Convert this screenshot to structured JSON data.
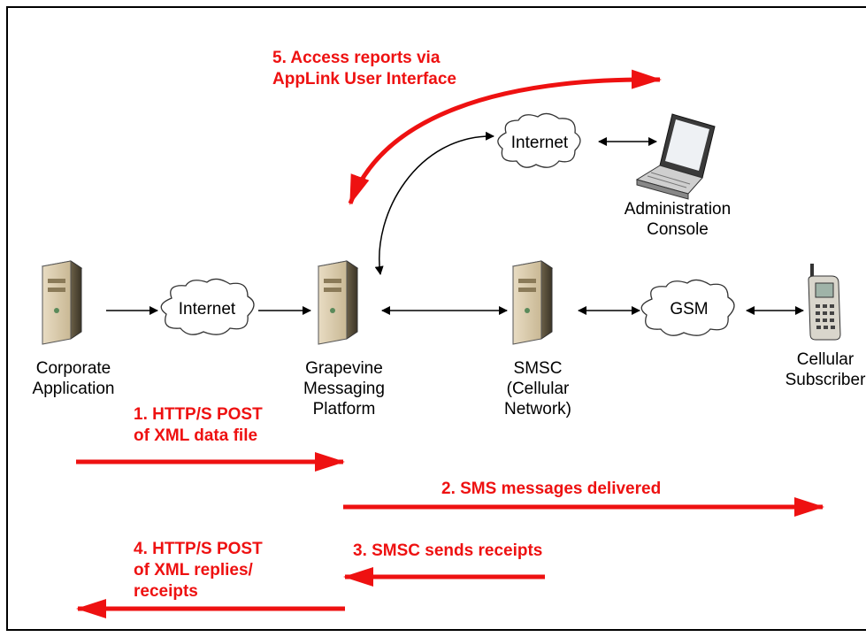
{
  "nodes": {
    "corporate": {
      "line1": "Corporate",
      "line2": "Application"
    },
    "grapevine": {
      "line1": "Grapevine",
      "line2": "Messaging",
      "line3": "Platform"
    },
    "smsc": {
      "line1": "SMSC",
      "line2": "(Cellular",
      "line3": "Network)"
    },
    "cellular": {
      "line1": "Cellular",
      "line2": "Subscriber"
    },
    "admin": {
      "line1": "Administration",
      "line2": "Console"
    }
  },
  "clouds": {
    "internet_left": "Internet",
    "internet_top": "Internet",
    "gsm": "GSM"
  },
  "steps": {
    "step1": {
      "line1": "1. HTTP/S POST",
      "line2": "of XML data file"
    },
    "step2": "2. SMS messages delivered",
    "step3": "3. SMSC sends receipts",
    "step4": {
      "line1": "4. HTTP/S POST",
      "line2": "of XML replies/",
      "line3": "receipts"
    },
    "step5": {
      "line1": "5. Access reports via",
      "line2": "AppLink User Interface"
    }
  },
  "colors": {
    "flow_arrow": "#ee1111",
    "connector": "#000000"
  }
}
